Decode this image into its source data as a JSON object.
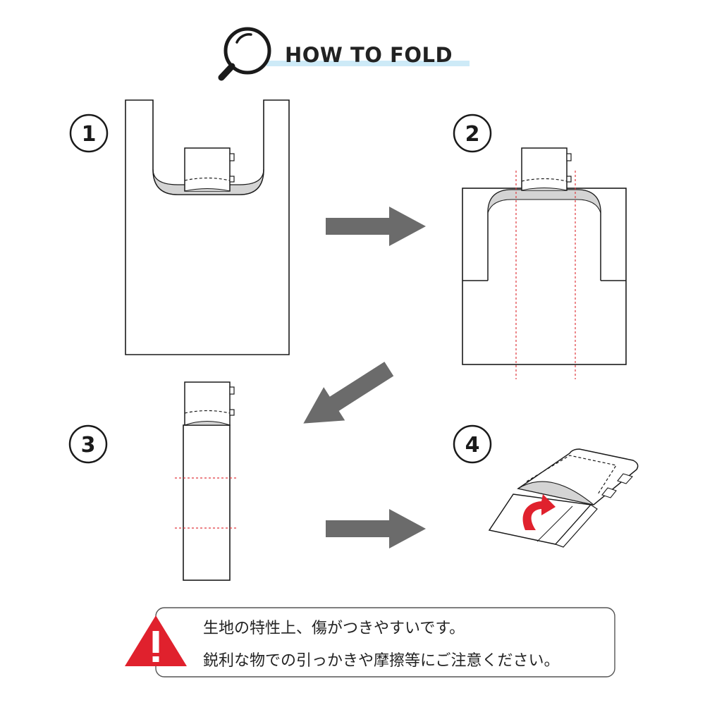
{
  "header": {
    "title": "HOW TO FOLD",
    "icon": "magnifier-icon"
  },
  "steps": [
    {
      "number": "1"
    },
    {
      "number": "2"
    },
    {
      "number": "3"
    },
    {
      "number": "4"
    }
  ],
  "notice": {
    "icon": "warning-icon",
    "lines": [
      "生地の特性上、傷がつきやすいです。",
      "鋭利な物での引っかきや摩擦等にご注意ください。"
    ]
  },
  "colors": {
    "line": "#1a1a1a",
    "arrow": "#6b6b6b",
    "fold_line": "#e0383e",
    "title_underline": "#cdeaf7",
    "warning": "#e0212d",
    "curl_arrow": "#e0212d",
    "shade": "#d4d4d4"
  }
}
